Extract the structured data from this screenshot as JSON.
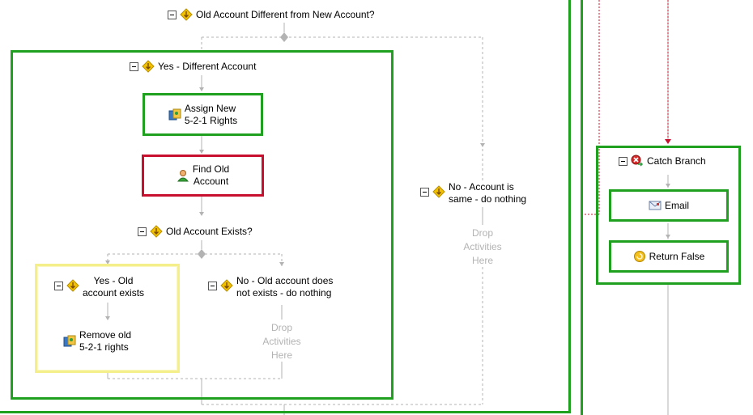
{
  "outer_branch": {
    "title": "Old Account Different from New Account?"
  },
  "yes_branch": {
    "title": "Yes - Different Account"
  },
  "assign_activity": {
    "line1": "Assign New",
    "line2": "5-2-1 Rights"
  },
  "find_activity": {
    "line1": "Find Old",
    "line2": "Account"
  },
  "inner_branch": {
    "title": "Old Account Exists?"
  },
  "yes_exists": {
    "line1": "Yes - Old",
    "line2": "account exists"
  },
  "remove_activity": {
    "line1": "Remove old",
    "line2": "5-2-1 rights"
  },
  "no_exists": {
    "line1": "No - Old account does",
    "line2": "not exists - do nothing"
  },
  "drop_inner": {
    "line1": "Drop",
    "line2": "Activities",
    "line3": "Here"
  },
  "no_same": {
    "line1": "No - Account is",
    "line2": "same - do nothing"
  },
  "drop_outer": {
    "line1": "Drop",
    "line2": "Activities",
    "line3": "Here"
  },
  "catch_branch": {
    "title": "Catch Branch"
  },
  "email_activity": {
    "label": "Email"
  },
  "return_activity": {
    "label": "Return False"
  },
  "colors": {
    "highlight_green": "#1fa11f",
    "highlight_red": "#c8102e",
    "highlight_yellow": "#f4ef8a",
    "connector_gray": "#b3b3b3",
    "fault_link_red": "#c8102e"
  }
}
